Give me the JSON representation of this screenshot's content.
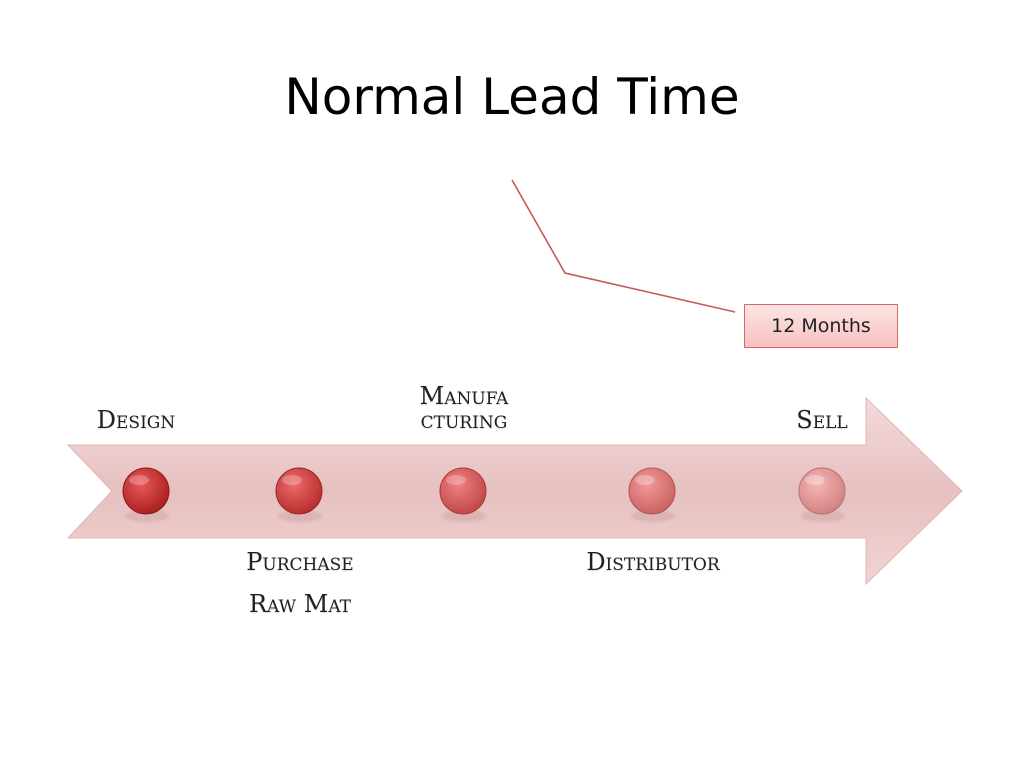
{
  "slide": {
    "title": "Normal Lead Time"
  },
  "callout": {
    "label": "12 Months"
  },
  "steps": [
    {
      "above": "Design",
      "below_1": "",
      "below_2": ""
    },
    {
      "above": "",
      "below_1": "Purchase",
      "below_2": "Raw Mat"
    },
    {
      "above_1": "Manufa",
      "above_2": "cturing"
    },
    {
      "above": "",
      "below_1": "Distributor"
    },
    {
      "above": "Sell"
    }
  ],
  "colors": {
    "arrow_fill": "#e9c3c3",
    "arrow_edge": "#d9a8a8",
    "callout_border": "#d26a6a",
    "callout_line": "#c65a5a",
    "dot_dark": "#c62f2f",
    "dot_light": "#e7a3a3"
  }
}
